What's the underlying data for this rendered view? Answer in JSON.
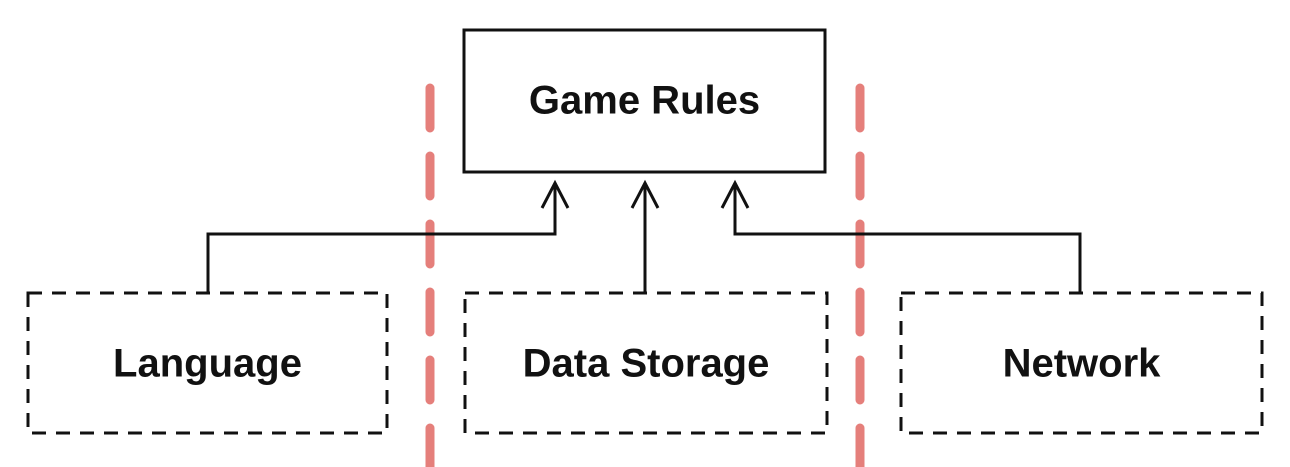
{
  "diagram": {
    "core": {
      "label": "Game Rules"
    },
    "plugins": [
      {
        "label": "Language"
      },
      {
        "label": "Data Storage"
      },
      {
        "label": "Network"
      }
    ]
  },
  "colors": {
    "line": "#111111",
    "boundary": "#e57f7b",
    "background": "#ffffff"
  }
}
